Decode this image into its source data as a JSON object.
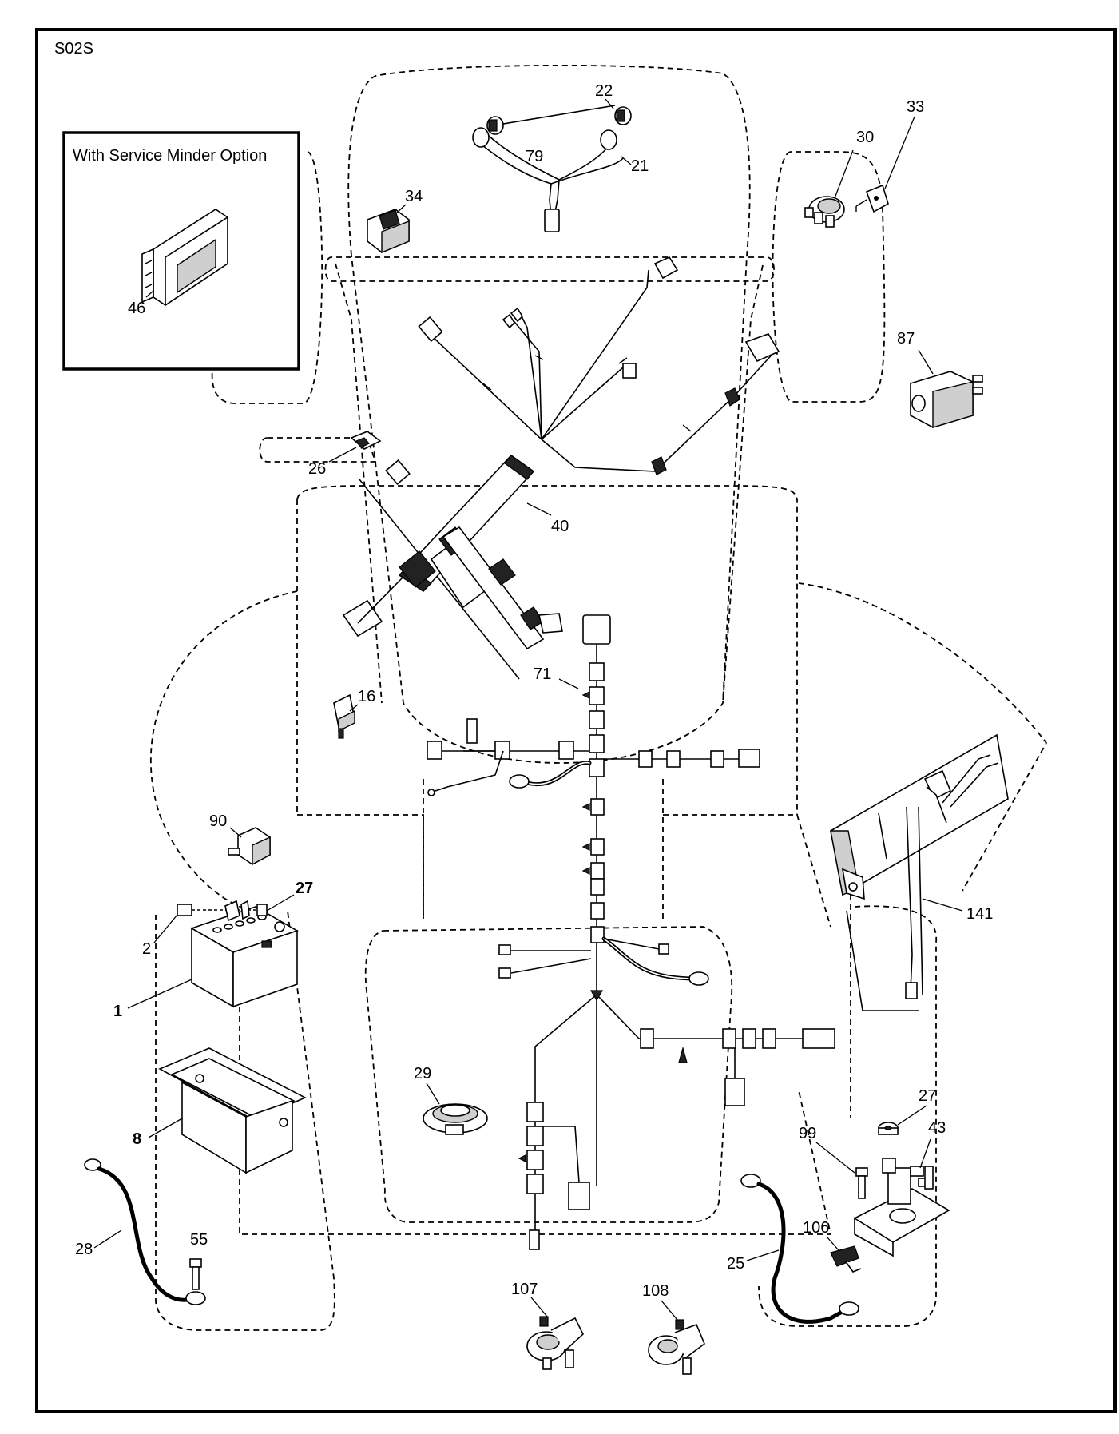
{
  "diagram_code": "S02S",
  "option_box": {
    "title": "With Service Minder Option",
    "part": "46"
  },
  "callouts": {
    "c1": "1",
    "c2": "2",
    "c8": "8",
    "c16": "16",
    "c21": "21",
    "c22": "22",
    "c25": "25",
    "c26": "26",
    "c27_battery": "27",
    "c27_solenoid": "27",
    "c28": "28",
    "c29": "29",
    "c30": "30",
    "c33": "33",
    "c34": "34",
    "c40": "40",
    "c43": "43",
    "c55": "55",
    "c71": "71",
    "c79": "79",
    "c87": "87",
    "c90": "90",
    "c99": "99",
    "c106": "106",
    "c107": "107",
    "c108": "108",
    "c141": "141"
  }
}
